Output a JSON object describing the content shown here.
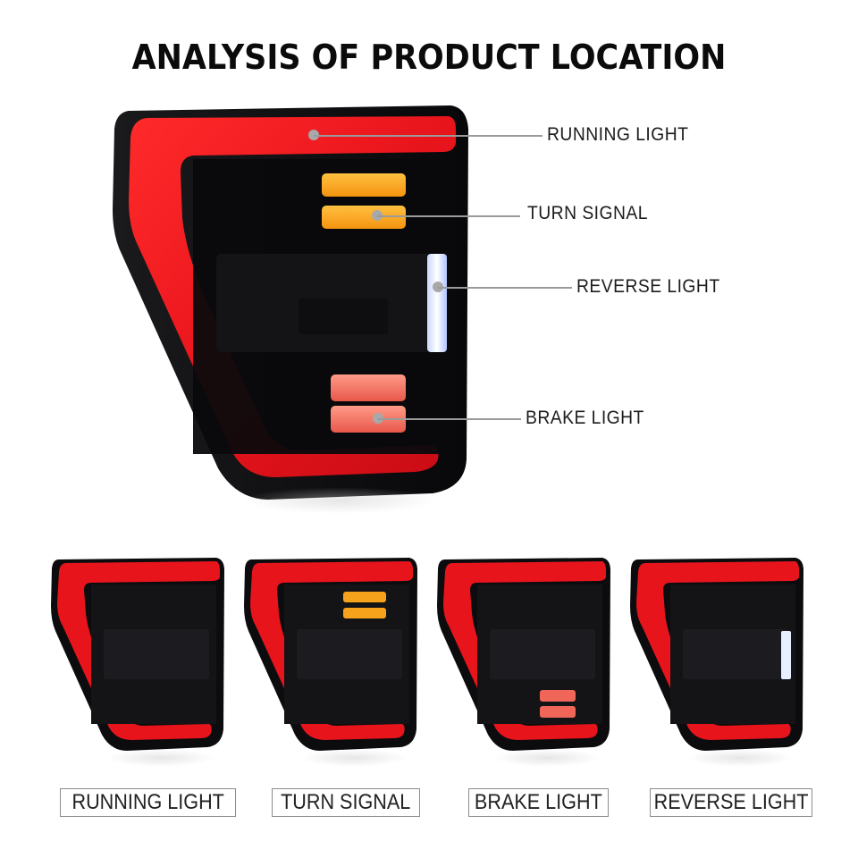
{
  "title": "ANALYSIS OF PRODUCT LOCATION",
  "main_callouts": [
    {
      "label": "RUNNING LIGHT"
    },
    {
      "label": "TURN SIGNAL"
    },
    {
      "label": "REVERSE LIGHT"
    },
    {
      "label": "BRAKE LIGHT"
    }
  ],
  "variants": [
    {
      "label": "RUNNING LIGHT",
      "active": "running"
    },
    {
      "label": "TURN SIGNAL",
      "active": "turn"
    },
    {
      "label": "BRAKE LIGHT",
      "active": "brake"
    },
    {
      "label": "REVERSE LIGHT",
      "active": "reverse"
    }
  ],
  "colors": {
    "running_red": "#e8141c",
    "turn_amber": "#f7a21b",
    "brake_pink": "#f0675a",
    "reverse_white": "#e8f0ff",
    "housing_black": "#0c0c0e",
    "leader_gray": "#9a9a9a"
  }
}
